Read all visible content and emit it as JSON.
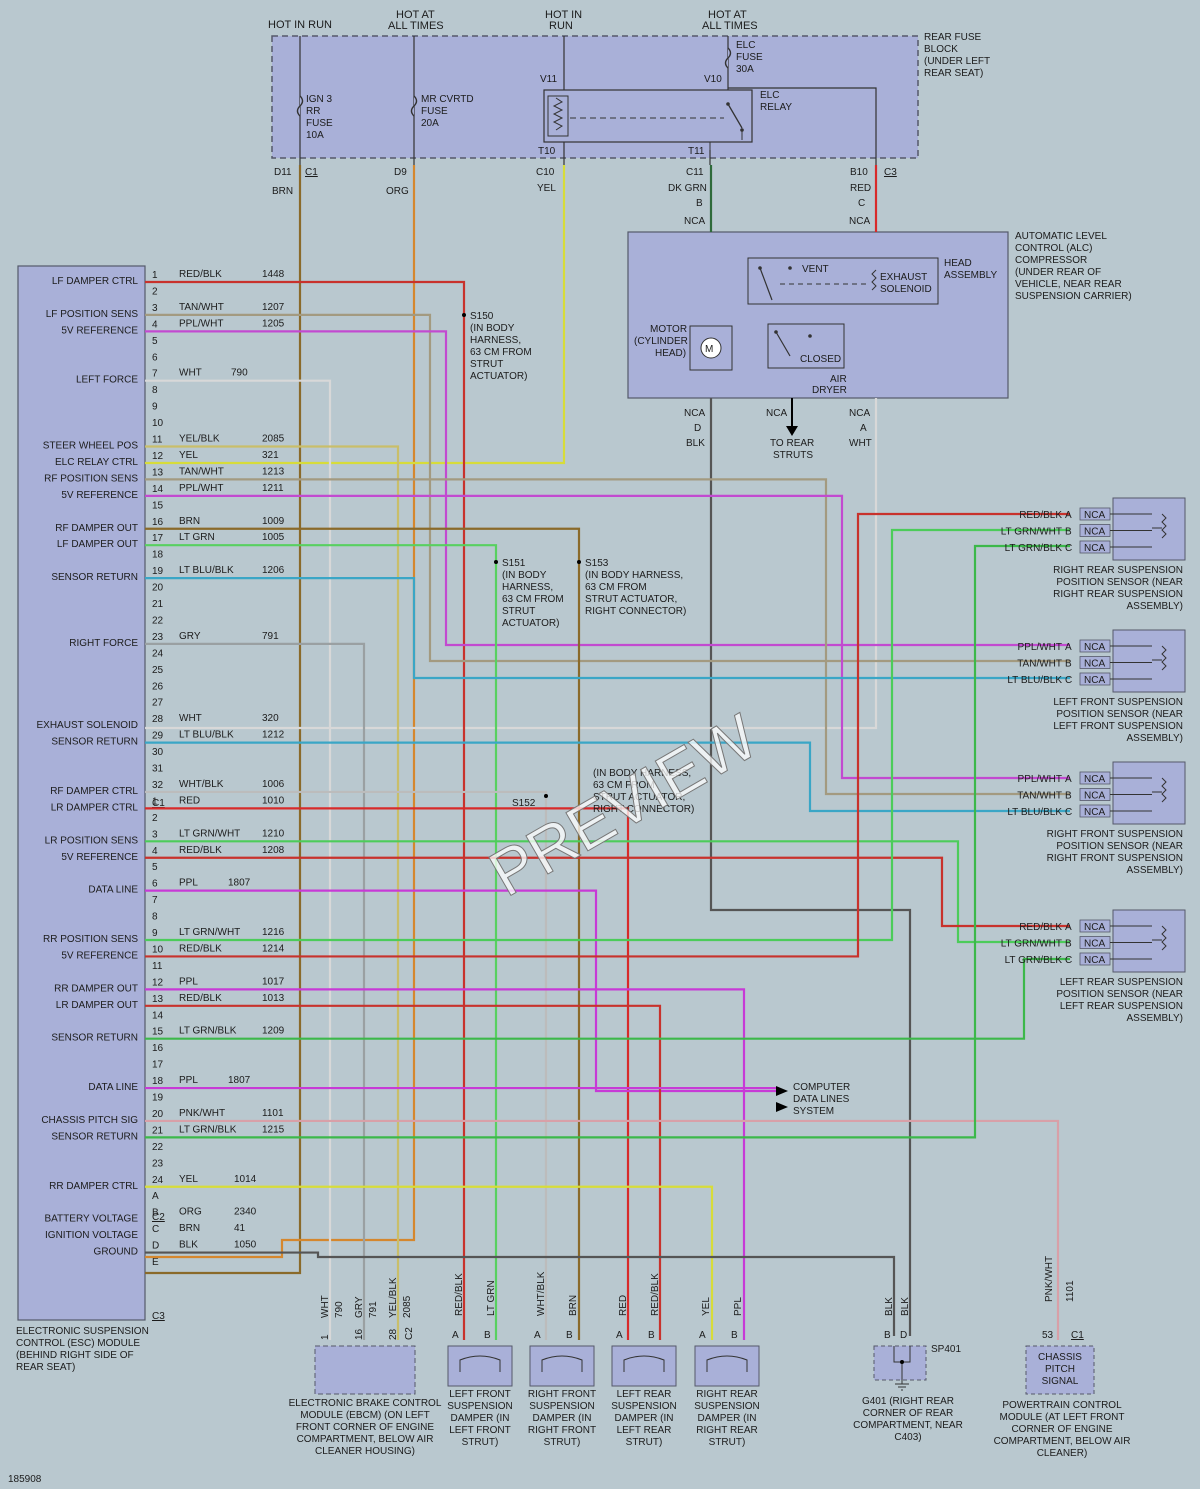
{
  "sources": [
    {
      "label": "HOT IN RUN"
    },
    {
      "label": "HOT AT ALL TIMES"
    },
    {
      "label": "HOT IN RUN"
    },
    {
      "label": "HOT AT ALL TIMES"
    }
  ],
  "fuse_block": {
    "label": "REAR FUSE BLOCK (UNDER LEFT REAR SEAT)"
  },
  "fuses": [
    {
      "name": "IGN 3 RR FUSE",
      "rating": "10A",
      "terminal": "D11",
      "connector": "C1",
      "color": "BRN"
    },
    {
      "name": "MR CVRTD FUSE",
      "rating": "20A",
      "terminal": "D9",
      "connector": "",
      "color": "ORG"
    },
    {
      "name": "ELC FUSE",
      "rating": "30A",
      "terminal": "",
      "connector": "",
      "color": ""
    }
  ],
  "relay": {
    "name": "ELC RELAY",
    "pins": [
      "V11",
      "V10",
      "T10",
      "T11"
    ]
  },
  "fuse_outputs": [
    {
      "terminal": "C10",
      "color": "YEL"
    },
    {
      "terminal": "C11",
      "color": "DK GRN"
    },
    {
      "terminal": "B10",
      "connector": "C3",
      "color": "RED"
    }
  ],
  "compressor": {
    "label": "AUTOMATIC LEVEL CONTROL (ALC) COMPRESSOR (UNDER REAR OF VEHICLE, NEAR REAR SUSPENSION CARRIER)",
    "head": "HEAD ASSEMBLY",
    "vent": "VENT",
    "exhaust": "EXHAUST SOLENOID",
    "motor": "MOTOR (CYLINDER HEAD)",
    "closed": "CLOSED",
    "dryer": "AIR DRYER",
    "to_struts": "TO REAR STRUTS",
    "pins_top": [
      "B",
      "C"
    ],
    "pins_bottom": [
      "D",
      "A"
    ],
    "nca": "NCA",
    "wire_bottom": [
      "BLK",
      "WHT"
    ]
  },
  "module": {
    "label": "ELECTRONIC SUSPENSION CONTROL (ESC) MODULE (BEHIND RIGHT SIDE OF REAR SEAT)",
    "connectors": [
      "C1",
      "C2",
      "C3"
    ]
  },
  "module_pins": [
    {
      "pin": "1",
      "desc": "LF DAMPER CTRL",
      "color": "RED/BLK",
      "circuit": "1448"
    },
    {
      "pin": "2",
      "desc": "",
      "color": "",
      "circuit": ""
    },
    {
      "pin": "3",
      "desc": "LF POSITION SENS",
      "color": "TAN/WHT",
      "circuit": "1207"
    },
    {
      "pin": "4",
      "desc": "5V REFERENCE",
      "color": "PPL/WHT",
      "circuit": "1205"
    },
    {
      "pin": "5",
      "desc": "",
      "color": "",
      "circuit": ""
    },
    {
      "pin": "6",
      "desc": "",
      "color": "",
      "circuit": ""
    },
    {
      "pin": "7",
      "desc": "LEFT FORCE",
      "color": "WHT",
      "circuit": "790"
    },
    {
      "pin": "8",
      "desc": "",
      "color": "",
      "circuit": ""
    },
    {
      "pin": "9",
      "desc": "",
      "color": "",
      "circuit": ""
    },
    {
      "pin": "10",
      "desc": "",
      "color": "",
      "circuit": ""
    },
    {
      "pin": "11",
      "desc": "STEER WHEEL POS",
      "color": "YEL/BLK",
      "circuit": "2085"
    },
    {
      "pin": "12",
      "desc": "ELC RELAY CTRL",
      "color": "YEL",
      "circuit": "321"
    },
    {
      "pin": "13",
      "desc": "RF POSITION SENS",
      "color": "TAN/WHT",
      "circuit": "1213"
    },
    {
      "pin": "14",
      "desc": "5V REFERENCE",
      "color": "PPL/WHT",
      "circuit": "1211"
    },
    {
      "pin": "15",
      "desc": "",
      "color": "",
      "circuit": ""
    },
    {
      "pin": "16",
      "desc": "RF DAMPER OUT",
      "color": "BRN",
      "circuit": "1009"
    },
    {
      "pin": "17",
      "desc": "LF DAMPER OUT",
      "color": "LT GRN",
      "circuit": "1005"
    },
    {
      "pin": "18",
      "desc": "",
      "color": "",
      "circuit": ""
    },
    {
      "pin": "19",
      "desc": "SENSOR RETURN",
      "color": "LT BLU/BLK",
      "circuit": "1206"
    },
    {
      "pin": "20",
      "desc": "",
      "color": "",
      "circuit": ""
    },
    {
      "pin": "21",
      "desc": "",
      "color": "",
      "circuit": ""
    },
    {
      "pin": "22",
      "desc": "",
      "color": "",
      "circuit": ""
    },
    {
      "pin": "23",
      "desc": "RIGHT FORCE",
      "color": "GRY",
      "circuit": "791"
    },
    {
      "pin": "24",
      "desc": "",
      "color": "",
      "circuit": ""
    },
    {
      "pin": "25",
      "desc": "",
      "color": "",
      "circuit": ""
    },
    {
      "pin": "26",
      "desc": "",
      "color": "",
      "circuit": ""
    },
    {
      "pin": "27",
      "desc": "",
      "color": "",
      "circuit": ""
    },
    {
      "pin": "28",
      "desc": "EXHAUST SOLENOID",
      "color": "WHT",
      "circuit": "320"
    },
    {
      "pin": "29",
      "desc": "SENSOR RETURN",
      "color": "LT BLU/BLK",
      "circuit": "1212"
    },
    {
      "pin": "30",
      "desc": "",
      "color": "",
      "circuit": ""
    },
    {
      "pin": "31",
      "desc": "",
      "color": "",
      "circuit": ""
    },
    {
      "pin": "32",
      "desc": "RF DAMPER CTRL",
      "color": "WHT/BLK",
      "circuit": "1006"
    },
    {
      "pin": "1",
      "desc": "LR DAMPER CTRL",
      "color": "RED",
      "circuit": "1010"
    },
    {
      "pin": "2",
      "desc": "",
      "color": "",
      "circuit": ""
    },
    {
      "pin": "3",
      "desc": "LR POSITION SENS",
      "color": "LT GRN/WHT",
      "circuit": "1210"
    },
    {
      "pin": "4",
      "desc": "5V REFERENCE",
      "color": "RED/BLK",
      "circuit": "1208"
    },
    {
      "pin": "5",
      "desc": "",
      "color": "",
      "circuit": ""
    },
    {
      "pin": "6",
      "desc": "DATA LINE",
      "color": "PPL",
      "circuit": "1807"
    },
    {
      "pin": "7",
      "desc": "",
      "color": "",
      "circuit": ""
    },
    {
      "pin": "8",
      "desc": "",
      "color": "",
      "circuit": ""
    },
    {
      "pin": "9",
      "desc": "RR POSITION SENS",
      "color": "LT GRN/WHT",
      "circuit": "1216"
    },
    {
      "pin": "10",
      "desc": "5V REFERENCE",
      "color": "RED/BLK",
      "circuit": "1214"
    },
    {
      "pin": "11",
      "desc": "",
      "color": "",
      "circuit": ""
    },
    {
      "pin": "12",
      "desc": "RR DAMPER OUT",
      "color": "PPL",
      "circuit": "1017"
    },
    {
      "pin": "13",
      "desc": "LR DAMPER OUT",
      "color": "RED/BLK",
      "circuit": "1013"
    },
    {
      "pin": "14",
      "desc": "",
      "color": "",
      "circuit": ""
    },
    {
      "pin": "15",
      "desc": "SENSOR RETURN",
      "color": "LT GRN/BLK",
      "circuit": "1209"
    },
    {
      "pin": "16",
      "desc": "",
      "color": "",
      "circuit": ""
    },
    {
      "pin": "17",
      "desc": "",
      "color": "",
      "circuit": ""
    },
    {
      "pin": "18",
      "desc": "DATA LINE",
      "color": "PPL",
      "circuit": "1807"
    },
    {
      "pin": "19",
      "desc": "",
      "color": "",
      "circuit": ""
    },
    {
      "pin": "20",
      "desc": "CHASSIS PITCH SIG",
      "color": "PNK/WHT",
      "circuit": "1101"
    },
    {
      "pin": "21",
      "desc": "SENSOR RETURN",
      "color": "LT GRN/BLK",
      "circuit": "1215"
    },
    {
      "pin": "22",
      "desc": "",
      "color": "",
      "circuit": ""
    },
    {
      "pin": "23",
      "desc": "",
      "color": "",
      "circuit": ""
    },
    {
      "pin": "24",
      "desc": "RR DAMPER CTRL",
      "color": "YEL",
      "circuit": "1014"
    },
    {
      "pin": "A",
      "desc": "",
      "color": "",
      "circuit": ""
    },
    {
      "pin": "B",
      "desc": "BATTERY VOLTAGE",
      "color": "ORG",
      "circuit": "2340"
    },
    {
      "pin": "C",
      "desc": "IGNITION VOLTAGE",
      "color": "BRN",
      "circuit": "41"
    },
    {
      "pin": "D",
      "desc": "GROUND",
      "color": "BLK",
      "circuit": "1050"
    },
    {
      "pin": "E",
      "desc": "",
      "color": "",
      "circuit": ""
    }
  ],
  "splices": [
    {
      "name": "S150",
      "desc": "(IN BODY HARNESS, 63 CM FROM STRUT ACTUATOR)"
    },
    {
      "name": "S151",
      "desc": "(IN BODY HARNESS, 63 CM FROM STRUT ACTUATOR)"
    },
    {
      "name": "S153",
      "desc": "(IN BODY HARNESS, 63 CM FROM STRUT ACTUATOR, RIGHT CONNECTOR)"
    },
    {
      "name": "S152",
      "desc": "(IN BODY HARNESS, 63 CM FROM STRUT ACTUATOR, RIGHT CONNECTOR)"
    }
  ],
  "sensors": [
    {
      "label": "RIGHT REAR SUSPENSION POSITION SENSOR (NEAR RIGHT REAR SUSPENSION ASSEMBLY)",
      "pins": [
        {
          "color": "RED/BLK",
          "pin": "A"
        },
        {
          "color": "LT GRN/WHT",
          "pin": "B"
        },
        {
          "color": "LT GRN/BLK",
          "pin": "C"
        }
      ]
    },
    {
      "label": "LEFT FRONT SUSPENSION POSITION SENSOR (NEAR LEFT FRONT SUSPENSION ASSEMBLY)",
      "pins": [
        {
          "color": "PPL/WHT",
          "pin": "A"
        },
        {
          "color": "TAN/WHT",
          "pin": "B"
        },
        {
          "color": "LT BLU/BLK",
          "pin": "C"
        }
      ]
    },
    {
      "label": "RIGHT FRONT SUSPENSION POSITION SENSOR (NEAR RIGHT FRONT SUSPENSION ASSEMBLY)",
      "pins": [
        {
          "color": "PPL/WHT",
          "pin": "A"
        },
        {
          "color": "TAN/WHT",
          "pin": "B"
        },
        {
          "color": "LT BLU/BLK",
          "pin": "C"
        }
      ]
    },
    {
      "label": "LEFT REAR SUSPENSION POSITION SENSOR (NEAR LEFT REAR SUSPENSION ASSEMBLY)",
      "pins": [
        {
          "color": "RED/BLK",
          "pin": "A"
        },
        {
          "color": "LT GRN/WHT",
          "pin": "B"
        },
        {
          "color": "LT GRN/BLK",
          "pin": "C"
        }
      ]
    }
  ],
  "sensor_nca": "NCA",
  "computer_lines": "COMPUTER DATA LINES SYSTEM",
  "dampers": [
    {
      "label": "LEFT FRONT SUSPENSION DAMPER (IN LEFT FRONT STRUT)",
      "wires": [
        "RED/BLK",
        "LT GRN"
      ],
      "pins": [
        "A",
        "B"
      ]
    },
    {
      "label": "RIGHT FRONT SUSPENSION DAMPER (IN RIGHT FRONT STRUT)",
      "wires": [
        "WHT/BLK",
        "BRN"
      ],
      "pins": [
        "A",
        "B"
      ]
    },
    {
      "label": "LEFT REAR SUSPENSION DAMPER (IN LEFT REAR STRUT)",
      "wires": [
        "RED",
        "RED/BLK"
      ],
      "pins": [
        "A",
        "B"
      ]
    },
    {
      "label": "RIGHT REAR SUSPENSION DAMPER (IN RIGHT REAR STRUT)",
      "wires": [
        "YEL",
        "PPL"
      ],
      "pins": [
        "A",
        "B"
      ]
    }
  ],
  "ebcm": {
    "label": "ELECTRONIC BRAKE CONTROL MODULE (EBCM) (ON LEFT FRONT CORNER OF ENGINE COMPARTMENT, BELOW AIR CLEANER HOUSING)",
    "wires": [
      {
        "color": "WHT",
        "circuit": "790",
        "pin": "1"
      },
      {
        "color": "GRY",
        "circuit": "791",
        "pin": "16"
      },
      {
        "color": "YEL/BLK",
        "circuit": "2085",
        "pin": "28"
      }
    ],
    "connector": "C2"
  },
  "ground": {
    "splice": "SP401",
    "wires": [
      "BLK",
      "BLK"
    ],
    "pins": [
      "B",
      "D"
    ],
    "label": "G401 (RIGHT REAR CORNER OF REAR COMPARTMENT, NEAR C403)"
  },
  "pcm": {
    "wire": "PNK/WHT",
    "circuit": "1101",
    "pin": "53",
    "connector": "C1",
    "signal": "CHASSIS PITCH SIGNAL",
    "label": "POWERTRAIN CONTROL MODULE (AT LEFT FRONT CORNER OF ENGINE COMPARTMENT, BELOW AIR CLEANER)"
  },
  "watermark": "PREVIEW",
  "figure_id": "185908",
  "colors": {
    "bg": "#b9c8cf",
    "box": "#a9b0d8",
    "box_stroke": "#55596a"
  }
}
